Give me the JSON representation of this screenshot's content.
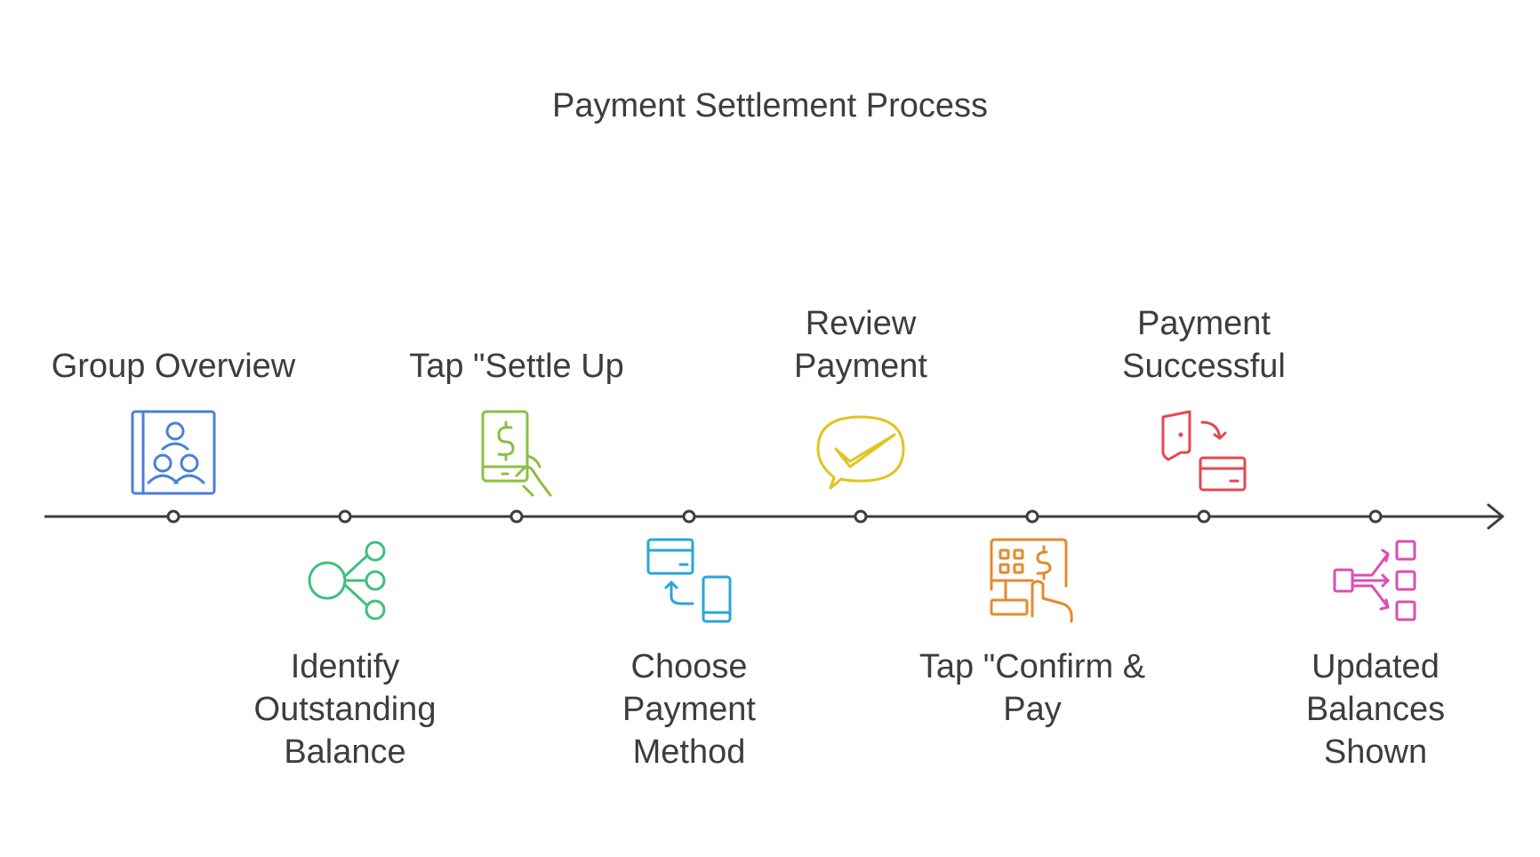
{
  "title": "Payment Settlement Process",
  "steps": [
    {
      "lines": [
        "Group Overview"
      ],
      "position": "above",
      "color": "#4a7fd8",
      "icon": "group-profile-icon"
    },
    {
      "lines": [
        "Identify",
        "Outstanding",
        "Balance"
      ],
      "position": "below",
      "color": "#3fbf7f",
      "icon": "branching-nodes-icon"
    },
    {
      "lines": [
        "Tap \"Settle Up"
      ],
      "position": "above",
      "color": "#8cbf3f",
      "icon": "phone-dollar-tap-icon"
    },
    {
      "lines": [
        "Choose",
        "Payment",
        "Method"
      ],
      "position": "below",
      "color": "#2aa7d6",
      "icon": "card-to-phone-icon"
    },
    {
      "lines": [
        "Review",
        "Payment"
      ],
      "position": "above",
      "color": "#e2c41f",
      "icon": "check-speech-bubble-icon"
    },
    {
      "lines": [
        "Tap \"Confirm &",
        "Pay"
      ],
      "position": "below",
      "color": "#e58a2e",
      "icon": "keypad-tap-icon"
    },
    {
      "lines": [
        "Payment",
        "Successful"
      ],
      "position": "above",
      "color": "#e5484d",
      "icon": "wallet-card-transfer-icon"
    },
    {
      "lines": [
        "Updated",
        "Balances",
        "Shown"
      ],
      "position": "below",
      "color": "#d84fb3",
      "icon": "distribution-arrows-icon"
    }
  ],
  "colors": {
    "axis": "#3d3d3d",
    "text": "#3d3d3d"
  }
}
